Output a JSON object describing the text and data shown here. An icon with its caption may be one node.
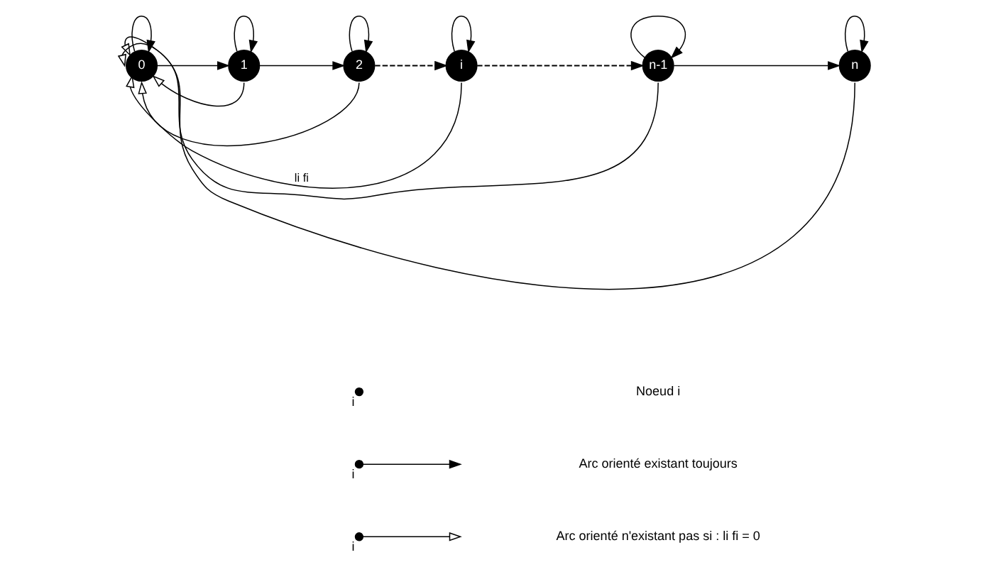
{
  "diagram": {
    "nodes": [
      {
        "text": [
          "0"
        ]
      },
      {
        "text": [
          "1"
        ]
      },
      {
        "text": [
          "2"
        ]
      },
      {
        "text": [
          "i"
        ]
      },
      {
        "text": [
          "n-1"
        ]
      },
      {
        "text": [
          "n"
        ]
      }
    ],
    "edges": [
      {
        "from": 0,
        "to": 0,
        "arrow": "to"
      },
      {
        "from": 0,
        "to": 1,
        "arrow": "to"
      },
      {
        "from": 1,
        "to": 2,
        "arrow": "to"
      },
      {
        "from": 2,
        "to": 3,
        "arrow": "to",
        "style": "dashed"
      },
      {
        "from": 3,
        "to": 4,
        "arrow": "to",
        "style": "dashed"
      },
      {
        "from": 4,
        "to": 5,
        "arrow": "to"
      },
      {
        "from": 1,
        "to": 1,
        "arrow": "to"
      },
      {
        "from": 2,
        "to": 2,
        "arrow": "to"
      },
      {
        "from": 3,
        "to": 3,
        "arrow": "to"
      },
      {
        "from": 4,
        "to": 4,
        "arrow": "to"
      },
      {
        "from": 5,
        "to": 5,
        "arrow": "to"
      },
      {
        "from": 1,
        "to": 0,
        "arrow": "to"
      },
      {
        "from": 2,
        "to": 0,
        "arrow": "to"
      },
      {
        "from": 3,
        "to": 0,
        "arrow": "to",
        "label": "li fi"
      },
      {
        "from": 4,
        "to": 0,
        "arrow": "to"
      },
      {
        "from": 5,
        "to": 0,
        "arrow": "to"
      }
    ],
    "labels": [
      "i",
      "i",
      "i"
    ],
    "legend": [
      {
        "text": "Noeud i"
      },
      {
        "text": "Arc orienté existant toujours"
      },
      {
        "text": "Arc orienté n'existant pas si : li fi = 0"
      }
    ]
  }
}
